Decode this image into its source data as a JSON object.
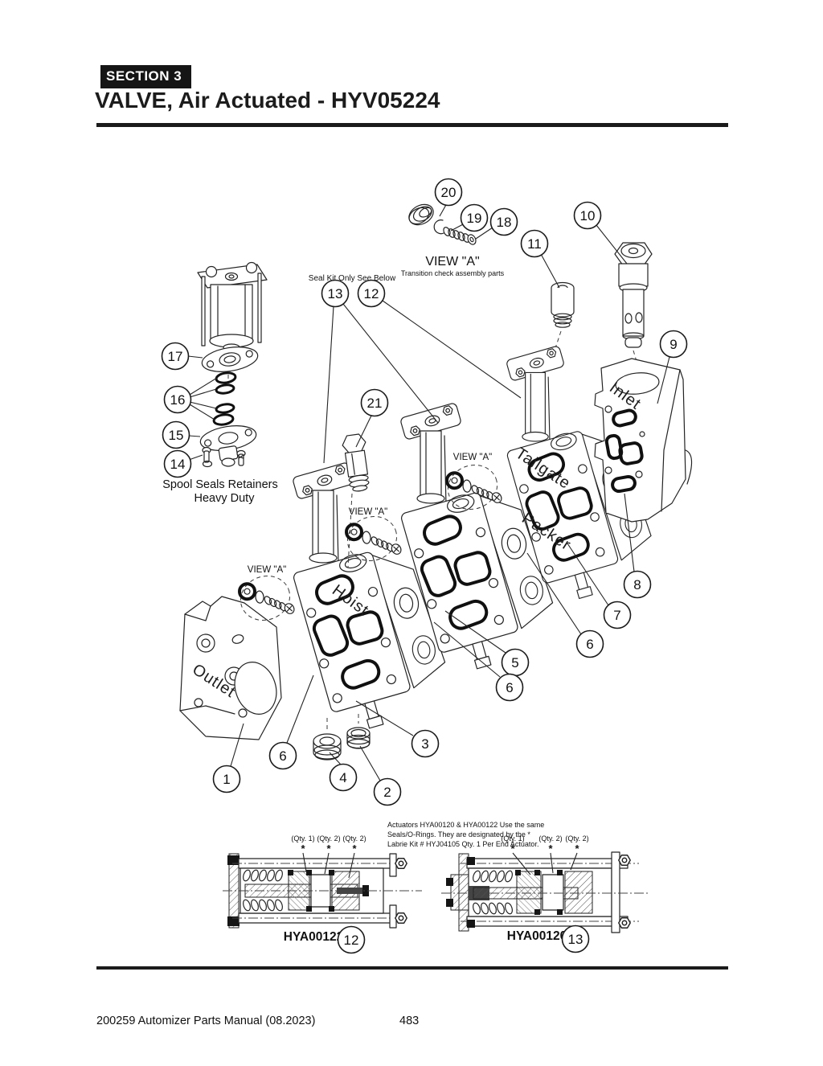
{
  "header": {
    "section_label": "SECTION 3",
    "title": "VALVE, Air Actuated - HYV05224"
  },
  "view_a": {
    "title": "VIEW \"A\"",
    "subtitle": "Transition check assembly parts",
    "small_label": "VIEW \"A\""
  },
  "labels": {
    "seal_kit": "Seal Kit Only See Below",
    "spool_line1": "Spool Seals Retainers",
    "spool_line2": "Heavy Duty"
  },
  "sections": {
    "inlet": "Inlet",
    "tailgate": "Tailgate",
    "packer": "Packer",
    "hoist": "Hoist",
    "outlet": "Outlet"
  },
  "callouts": {
    "c1": "1",
    "c2": "2",
    "c3": "3",
    "c4": "4",
    "c5": "5",
    "c6": "6",
    "c7": "7",
    "c8": "8",
    "c9": "9",
    "c10": "10",
    "c11": "11",
    "c12": "12",
    "c13": "13",
    "c14": "14",
    "c15": "15",
    "c16": "16",
    "c17": "17",
    "c18": "18",
    "c19": "19",
    "c20": "20",
    "c21": "21"
  },
  "actuators": {
    "note_line1": "Actuators HYA00120 & HYA00122 Use the same",
    "note_line2": "Seals/O-Rings. They are designated by the *",
    "note_line3": "Labrie Kit #  HYJ04105 Qty. 1 Per End Actuator.",
    "qty1": "(Qty. 1)",
    "qty2": "(Qty. 2)",
    "star": "*",
    "left": {
      "part_no": "HYA00122",
      "callout": "12"
    },
    "right": {
      "part_no": "HYA00120",
      "callout": "13"
    }
  },
  "footer": {
    "manual": "200259 Automizer Parts Manual (08.2023)",
    "page": "483"
  }
}
